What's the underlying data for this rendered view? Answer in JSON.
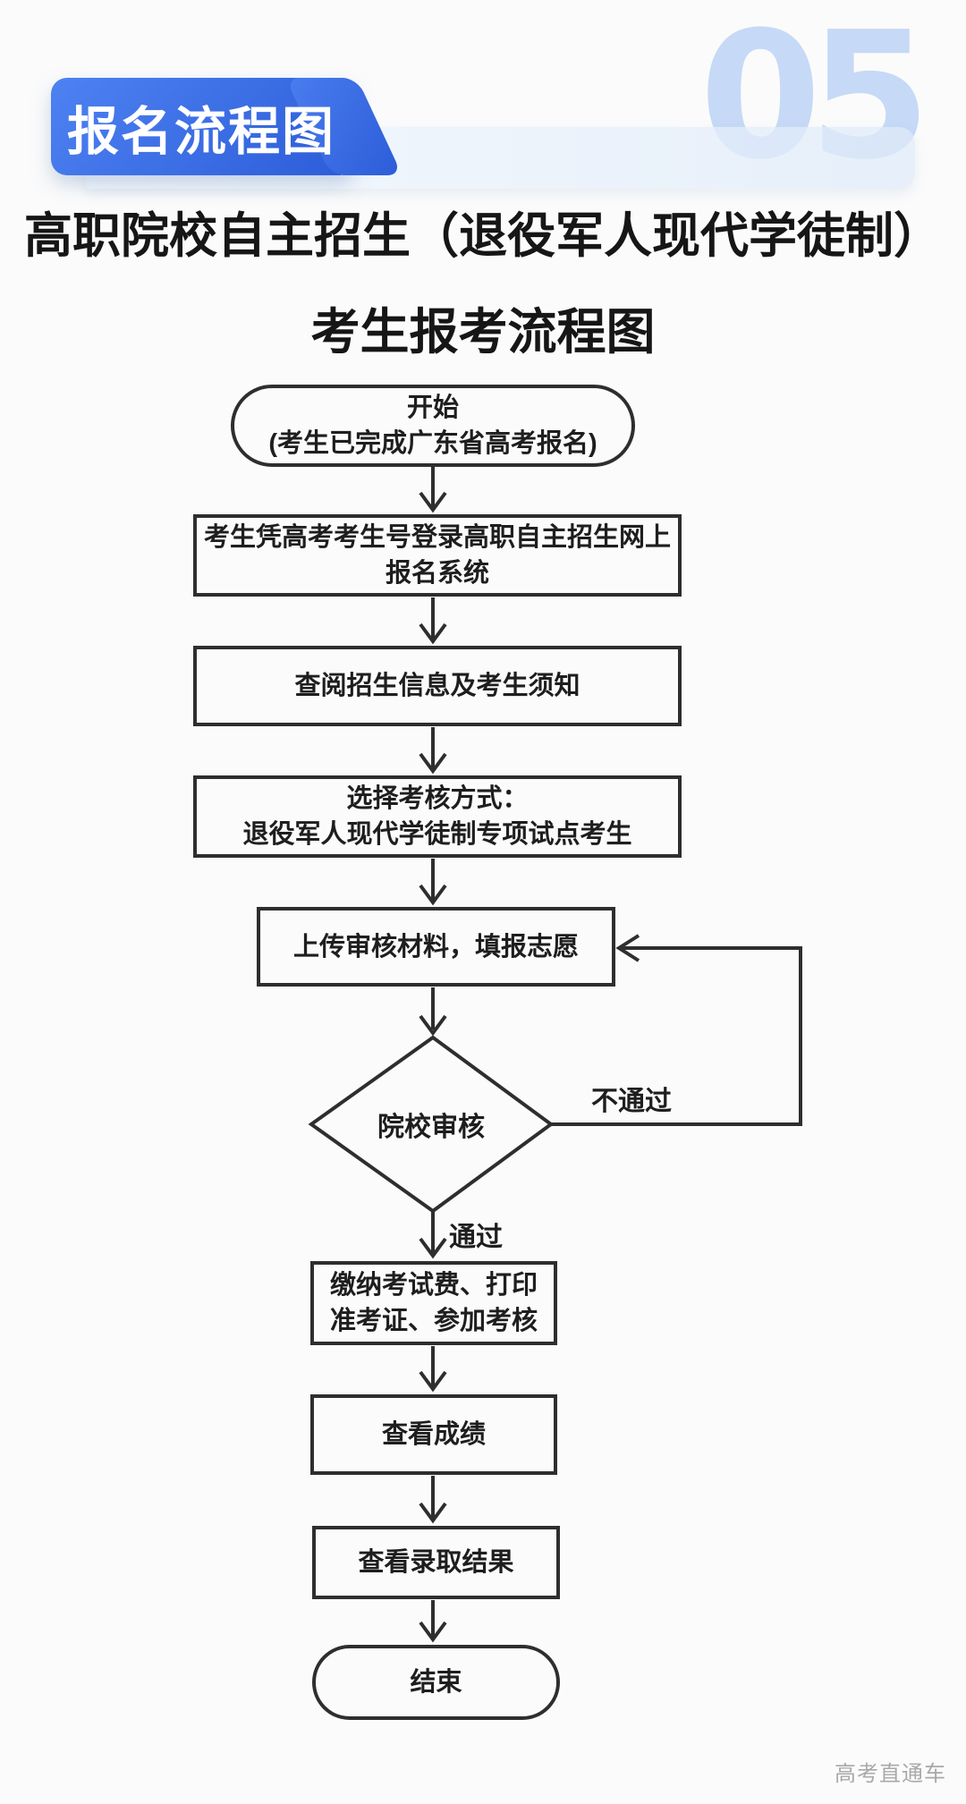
{
  "header": {
    "badge_label": "报名流程图",
    "section_number": "05",
    "title": "高职院校自主招生（退役军人现代学徒制）",
    "subtitle": "考生报考流程图",
    "badge_color_from": "#4e82f2",
    "badge_color_to": "#2c5cd8",
    "number_color": "#c6d9f6",
    "bar_color": "#deeaf9"
  },
  "flowchart": {
    "stroke_color": "#2e2e2e",
    "nodes": [
      {
        "id": "start",
        "type": "terminator",
        "lines": [
          "开始",
          "(考生已完成广东省高考报名)"
        ]
      },
      {
        "id": "login",
        "type": "process",
        "lines": [
          "考生凭高考考生号登录高职自主招生网上",
          "报名系统"
        ]
      },
      {
        "id": "read-info",
        "type": "process",
        "lines": [
          "查阅招生信息及考生须知"
        ]
      },
      {
        "id": "choose-mode",
        "type": "process",
        "lines": [
          "选择考核方式：",
          "退役军人现代学徒制专项试点考生"
        ]
      },
      {
        "id": "upload",
        "type": "process",
        "lines": [
          "上传审核材料，填报志愿"
        ]
      },
      {
        "id": "review",
        "type": "decision",
        "label": "院校审核"
      },
      {
        "id": "pay",
        "type": "process",
        "lines": [
          "缴纳考试费、打印",
          "准考证、参加考核"
        ]
      },
      {
        "id": "score",
        "type": "process",
        "lines": [
          "查看成绩"
        ]
      },
      {
        "id": "result",
        "type": "process",
        "lines": [
          "查看录取结果"
        ]
      },
      {
        "id": "end",
        "type": "terminator",
        "lines": [
          "结束"
        ]
      }
    ],
    "edge_labels": {
      "pass": "通过",
      "fail": "不通过"
    }
  },
  "watermark": "高考直通车"
}
